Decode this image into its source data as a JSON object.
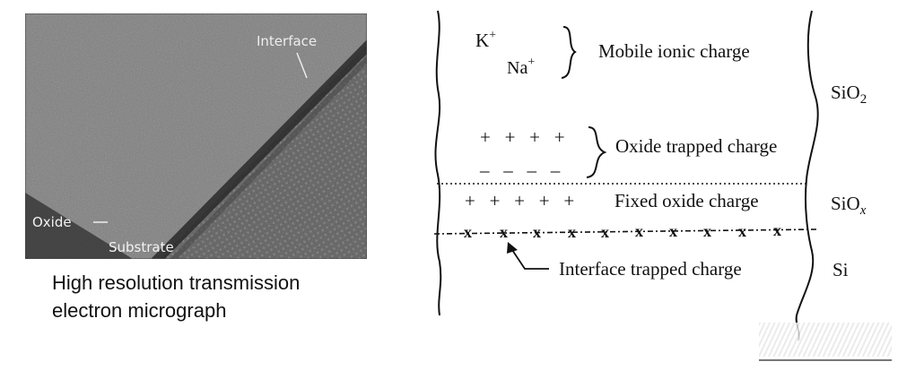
{
  "micrograph": {
    "label_interface": "Interface",
    "label_oxide": "Oxide",
    "label_substrate": "Substrate"
  },
  "caption": {
    "line1": "High resolution transmission",
    "line2": "electron micrograph"
  },
  "diagram": {
    "ion_k": "K",
    "ion_na": "Na",
    "ion_charge": "+",
    "mobile_label": "Mobile ionic charge",
    "oxide_trapped_label": "Oxide trapped charge",
    "fixed_label": "Fixed oxide charge",
    "interface_label": "Interface trapped charge",
    "plus_row": "+   +   +   +",
    "minus_row": "–   –   –   –",
    "fixed_row": "+   +   +   +   +",
    "region_sio2": "SiO",
    "region_sio2_sub": "2",
    "region_siox": "SiO",
    "region_siox_sub": "x",
    "region_si": "Si",
    "trap_mark": "x"
  }
}
